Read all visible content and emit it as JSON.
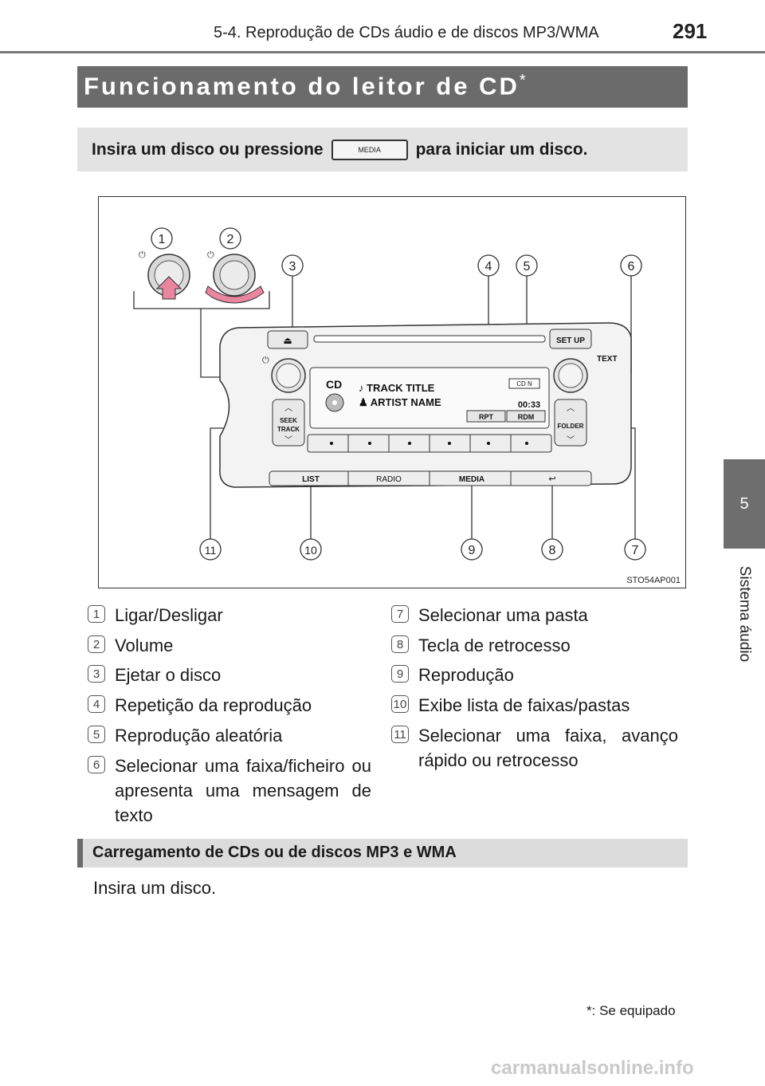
{
  "header": {
    "section_title": "5-4. Reprodução de CDs áudio e de discos MP3/WMA",
    "page_number": "291"
  },
  "side_tab": {
    "chapter_number": "5",
    "chapter_title": "Sistema áudio"
  },
  "main_title": {
    "text": "Funcionamento do leitor de CD",
    "mark": "*"
  },
  "instruction": {
    "before": "Insira um disco ou pressione",
    "button_label": "MEDIA",
    "after": "para iniciar um disco."
  },
  "figure": {
    "code": "STO54AP001",
    "callouts": [
      "1",
      "2",
      "3",
      "4",
      "5",
      "6",
      "7",
      "8",
      "9",
      "10",
      "11"
    ],
    "panel": {
      "eject": "⏏",
      "setup": "SET UP",
      "text": "TEXT",
      "seek_track": "SEEK\nTRACK",
      "folder": "FOLDER",
      "display_source": "CD",
      "display_track": "♪ TRACK TITLE",
      "display_artist": "♟ ARTIST NAME",
      "display_time": "00:33",
      "display_cd_icon": "CD N",
      "rpt": "RPT",
      "rdm": "RDM",
      "btn_list": "LIST",
      "btn_radio": "RADIO",
      "btn_media": "MEDIA",
      "btn_back": "↩"
    }
  },
  "items": [
    {
      "num": "1",
      "text": "Ligar/Desligar"
    },
    {
      "num": "2",
      "text": "Volume"
    },
    {
      "num": "3",
      "text": "Ejetar o disco"
    },
    {
      "num": "4",
      "text": "Repetição da reprodução"
    },
    {
      "num": "5",
      "text": "Reprodução aleatória"
    },
    {
      "num": "6",
      "text": "Selecionar uma faixa/ficheiro ou apresenta uma mensagem de texto"
    },
    {
      "num": "7",
      "text": "Selecionar uma pasta"
    },
    {
      "num": "8",
      "text": "Tecla de retrocesso"
    },
    {
      "num": "9",
      "text": "Reprodução"
    },
    {
      "num": "10",
      "text": "Exibe lista de faixas/pastas"
    },
    {
      "num": "11",
      "text": "Selecionar uma faixa, avanço rápido ou retrocesso"
    }
  ],
  "section": {
    "title": "Carregamento de CDs ou de discos MP3 e WMA",
    "body": "Insira um disco."
  },
  "footnote": {
    "mark": "*",
    "text": ": Se equipado"
  },
  "watermark": "carmanualsonline.info",
  "colors": {
    "title_bar": "#6b6b6b",
    "instruction_box": "#e3e3e3",
    "section_bar": "#dcdcdc",
    "side_tab": "#6e6e6e"
  }
}
